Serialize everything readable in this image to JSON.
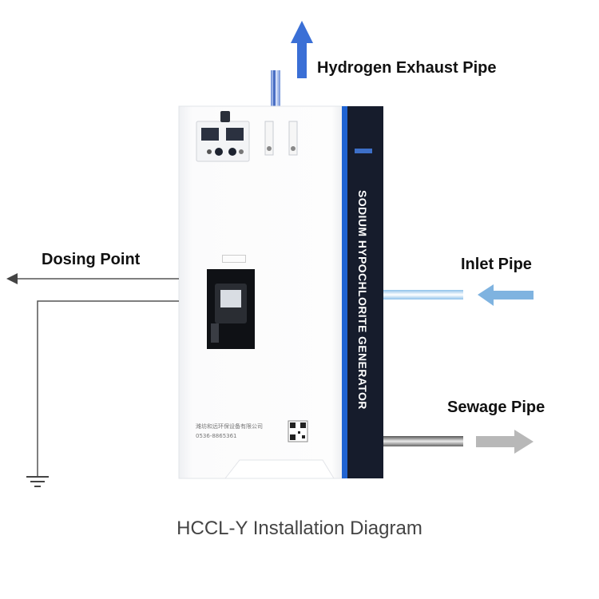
{
  "labels": {
    "hydrogen_exhaust": "Hydrogen Exhaust Pipe",
    "dosing_point": "Dosing Point",
    "inlet_pipe": "Inlet Pipe",
    "sewage_pipe": "Sewage Pipe"
  },
  "device": {
    "vertical_text": "SODIUM HYPOCHLORITE GENERATOR",
    "company_line": "潍坊和远环保设备有限公司",
    "phone_line": "0536-8865361"
  },
  "caption": "HCCL-Y Installation Diagram",
  "colors": {
    "arrow_blue": "#3a6fd6",
    "inlet_arrow": "#7fb3e0",
    "sewage_arrow": "#b8b8b8",
    "band_blue": "#1f63d2",
    "band_dark": "#161c2c"
  }
}
